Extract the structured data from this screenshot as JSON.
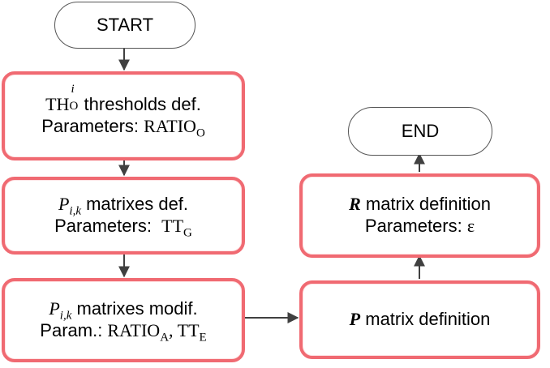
{
  "start": {
    "label": "START"
  },
  "end": {
    "label": "END"
  },
  "box1": {
    "line1_prefix": "TH",
    "line1_sup": "i",
    "line1_sub": "O",
    "line1_text": " thresholds def.",
    "line2_label": "Parameters: ",
    "line2_var": "RATIO",
    "line2_sub": "O"
  },
  "box2": {
    "line1_var": "P",
    "line1_sub": "i,k",
    "line1_text": " matrixes def.",
    "line2_label": "Parameters:  ",
    "line2_var": "TT",
    "line2_sub": "G"
  },
  "box3": {
    "line1_var": "P",
    "line1_sub": "i,k",
    "line1_text": " matrixes modif.",
    "line2_label": "Param.: ",
    "line2_var1": "RATIO",
    "line2_sub1": "A",
    "line2_sep": ", ",
    "line2_var2": "TT",
    "line2_sub2": "E"
  },
  "box4": {
    "line1_var": "P",
    "line1_text": " matrix definition"
  },
  "box5": {
    "line1_var": "R",
    "line1_text": " matrix definition",
    "line2_label": "Parameters: ",
    "line2_var": "ε"
  },
  "colors": {
    "box_border": "#f06a72",
    "arrow": "#404040",
    "terminal_border": "#555555"
  }
}
